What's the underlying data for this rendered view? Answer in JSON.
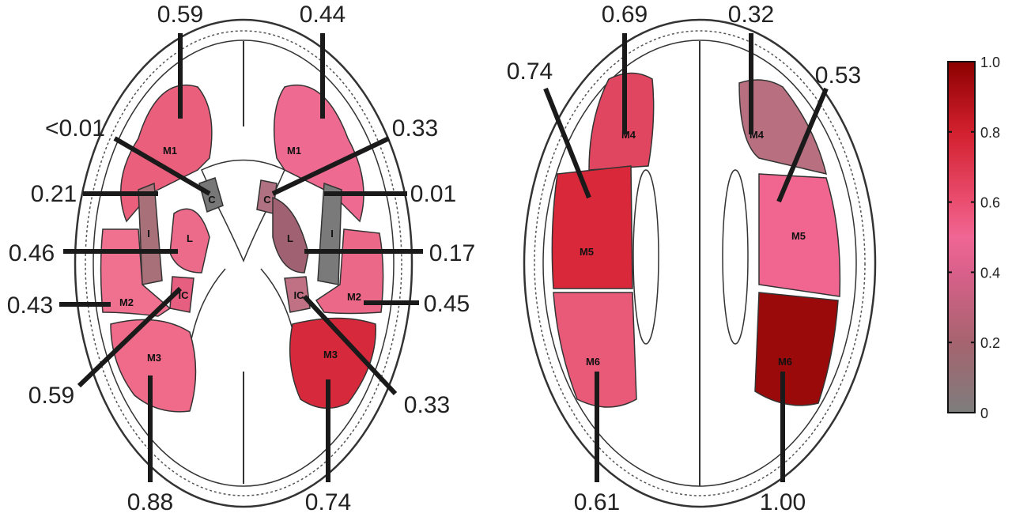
{
  "colorbar": {
    "ticks": [
      "1.0",
      "0.8",
      "0.6",
      "0.4",
      "0.2",
      "0"
    ],
    "stops": [
      [
        "0",
        "#7d7d7d"
      ],
      [
        "0.2",
        "#a6646f"
      ],
      [
        "0.4",
        "#d9608a"
      ],
      [
        "0.5",
        "#f06694"
      ],
      [
        "0.6",
        "#ea4e70"
      ],
      [
        "0.8",
        "#d2202e"
      ],
      [
        "1.0",
        "#8c0000"
      ]
    ]
  },
  "left_slice": {
    "regions": [
      {
        "label": "M1",
        "side": "left",
        "color": "#ea5f7c"
      },
      {
        "label": "M1",
        "side": "right",
        "color": "#ee6a90"
      },
      {
        "label": "C",
        "side": "left",
        "color": "#777777"
      },
      {
        "label": "C",
        "side": "right",
        "color": "#b07282"
      },
      {
        "label": "I",
        "side": "left",
        "color": "#a87078"
      },
      {
        "label": "I",
        "side": "right",
        "color": "#7a7a7a"
      },
      {
        "label": "L",
        "side": "left",
        "color": "#ec6a8a"
      },
      {
        "label": "L",
        "side": "right",
        "color": "#a06272"
      },
      {
        "label": "IC",
        "side": "left",
        "color": "#e65e80"
      },
      {
        "label": "IC",
        "side": "right",
        "color": "#c07284"
      },
      {
        "label": "M2",
        "side": "left",
        "color": "#f07090"
      },
      {
        "label": "M2",
        "side": "right",
        "color": "#ec6888"
      },
      {
        "label": "M3",
        "side": "left",
        "color": "#f06a8a"
      },
      {
        "label": "M3",
        "side": "right",
        "color": "#d62a3c"
      }
    ],
    "values": [
      "0.59",
      "0.44",
      "<0.01",
      "0.33",
      "0.21",
      "0.01",
      "0.46",
      "0.17",
      "0.43",
      "0.45",
      "0.59",
      "0.33",
      "0.88",
      "0.74"
    ]
  },
  "right_slice": {
    "regions": [
      {
        "label": "M4",
        "side": "left",
        "color": "#e04660"
      },
      {
        "label": "M4",
        "side": "right",
        "color": "#b87080"
      },
      {
        "label": "M5",
        "side": "left",
        "color": "#d8283a"
      },
      {
        "label": "M5",
        "side": "right",
        "color": "#f06690"
      },
      {
        "label": "M6",
        "side": "left",
        "color": "#e85a78"
      },
      {
        "label": "M6",
        "side": "right",
        "color": "#9a0a0a"
      }
    ],
    "values": [
      "0.69",
      "0.32",
      "0.74",
      "0.53",
      "0.61",
      "1.00"
    ]
  }
}
